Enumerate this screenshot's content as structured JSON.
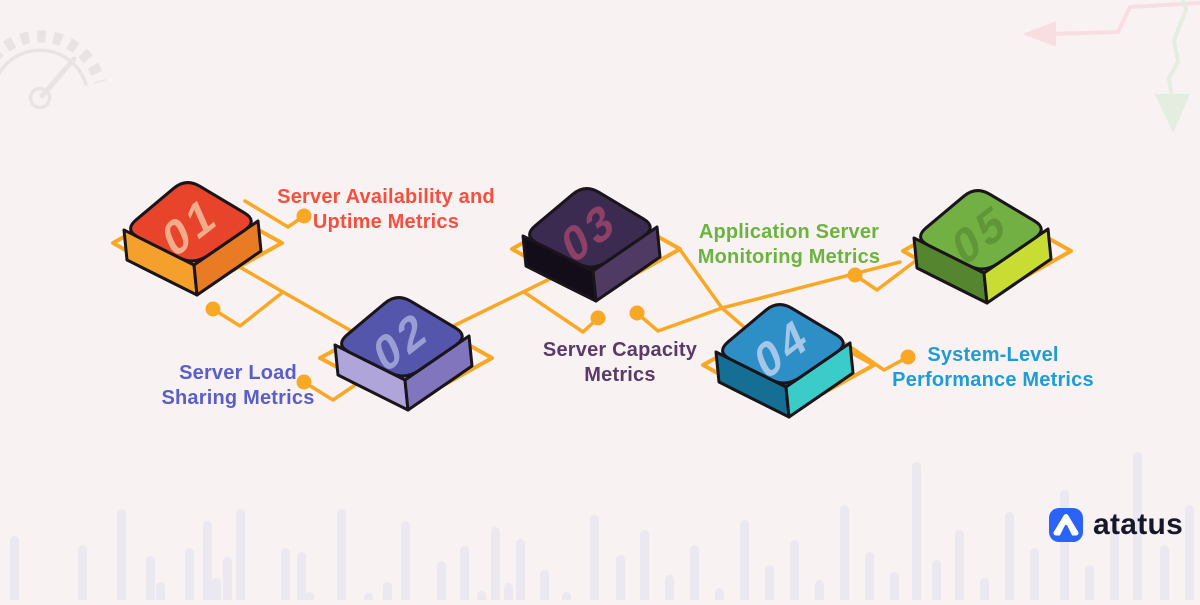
{
  "background": {
    "color": "#F8F2F3",
    "accent_line_color": "#F9A826",
    "outline_color": "#1A141B",
    "bar_pattern_color": "#ECE8F0",
    "speedometer_color": "#EAE3E5",
    "arrow_left_color": "#F8DDE1",
    "arrow_down_color": "#E3EEE1"
  },
  "steps": [
    {
      "number": "01",
      "label_lines": [
        "Server Availability and",
        "Uptime Metrics"
      ],
      "label_color": "#F4503F",
      "button": {
        "top": "#E8432B",
        "left": "#F5A02C",
        "right": "#E87B24",
        "digit": "#F2AC8A"
      }
    },
    {
      "number": "02",
      "label_lines": [
        "Server Load",
        "Sharing Metrics"
      ],
      "label_color": "#5A5FC7",
      "button": {
        "top": "#5456AB",
        "left": "#B0A5DA",
        "right": "#8176BE",
        "digit": "#9B9ED4"
      }
    },
    {
      "number": "03",
      "label_lines": [
        "Server Capacity",
        "Metrics"
      ],
      "label_color": "#5A3A68",
      "button": {
        "top": "#3C2B50",
        "left": "#120D18",
        "right": "#4E3A63",
        "digit": "#8E4066"
      }
    },
    {
      "number": "04",
      "label_lines": [
        "System-Level",
        "Performance Metrics"
      ],
      "label_color": "#1E9CD7",
      "button": {
        "top": "#2E8FC6",
        "left": "#156E94",
        "right": "#3BCCC9",
        "digit": "#A3C6E9"
      }
    },
    {
      "number": "05",
      "label_lines": [
        "Application Server",
        "Monitoring Metrics"
      ],
      "label_color": "#6CB33F",
      "button": {
        "top": "#72B044",
        "left": "#55862F",
        "right": "#C8DC33",
        "digit": "#5E9638"
      }
    }
  ],
  "logo": {
    "text": "atatus",
    "icon_color": "#2B63F6",
    "text_color": "#17172B"
  }
}
